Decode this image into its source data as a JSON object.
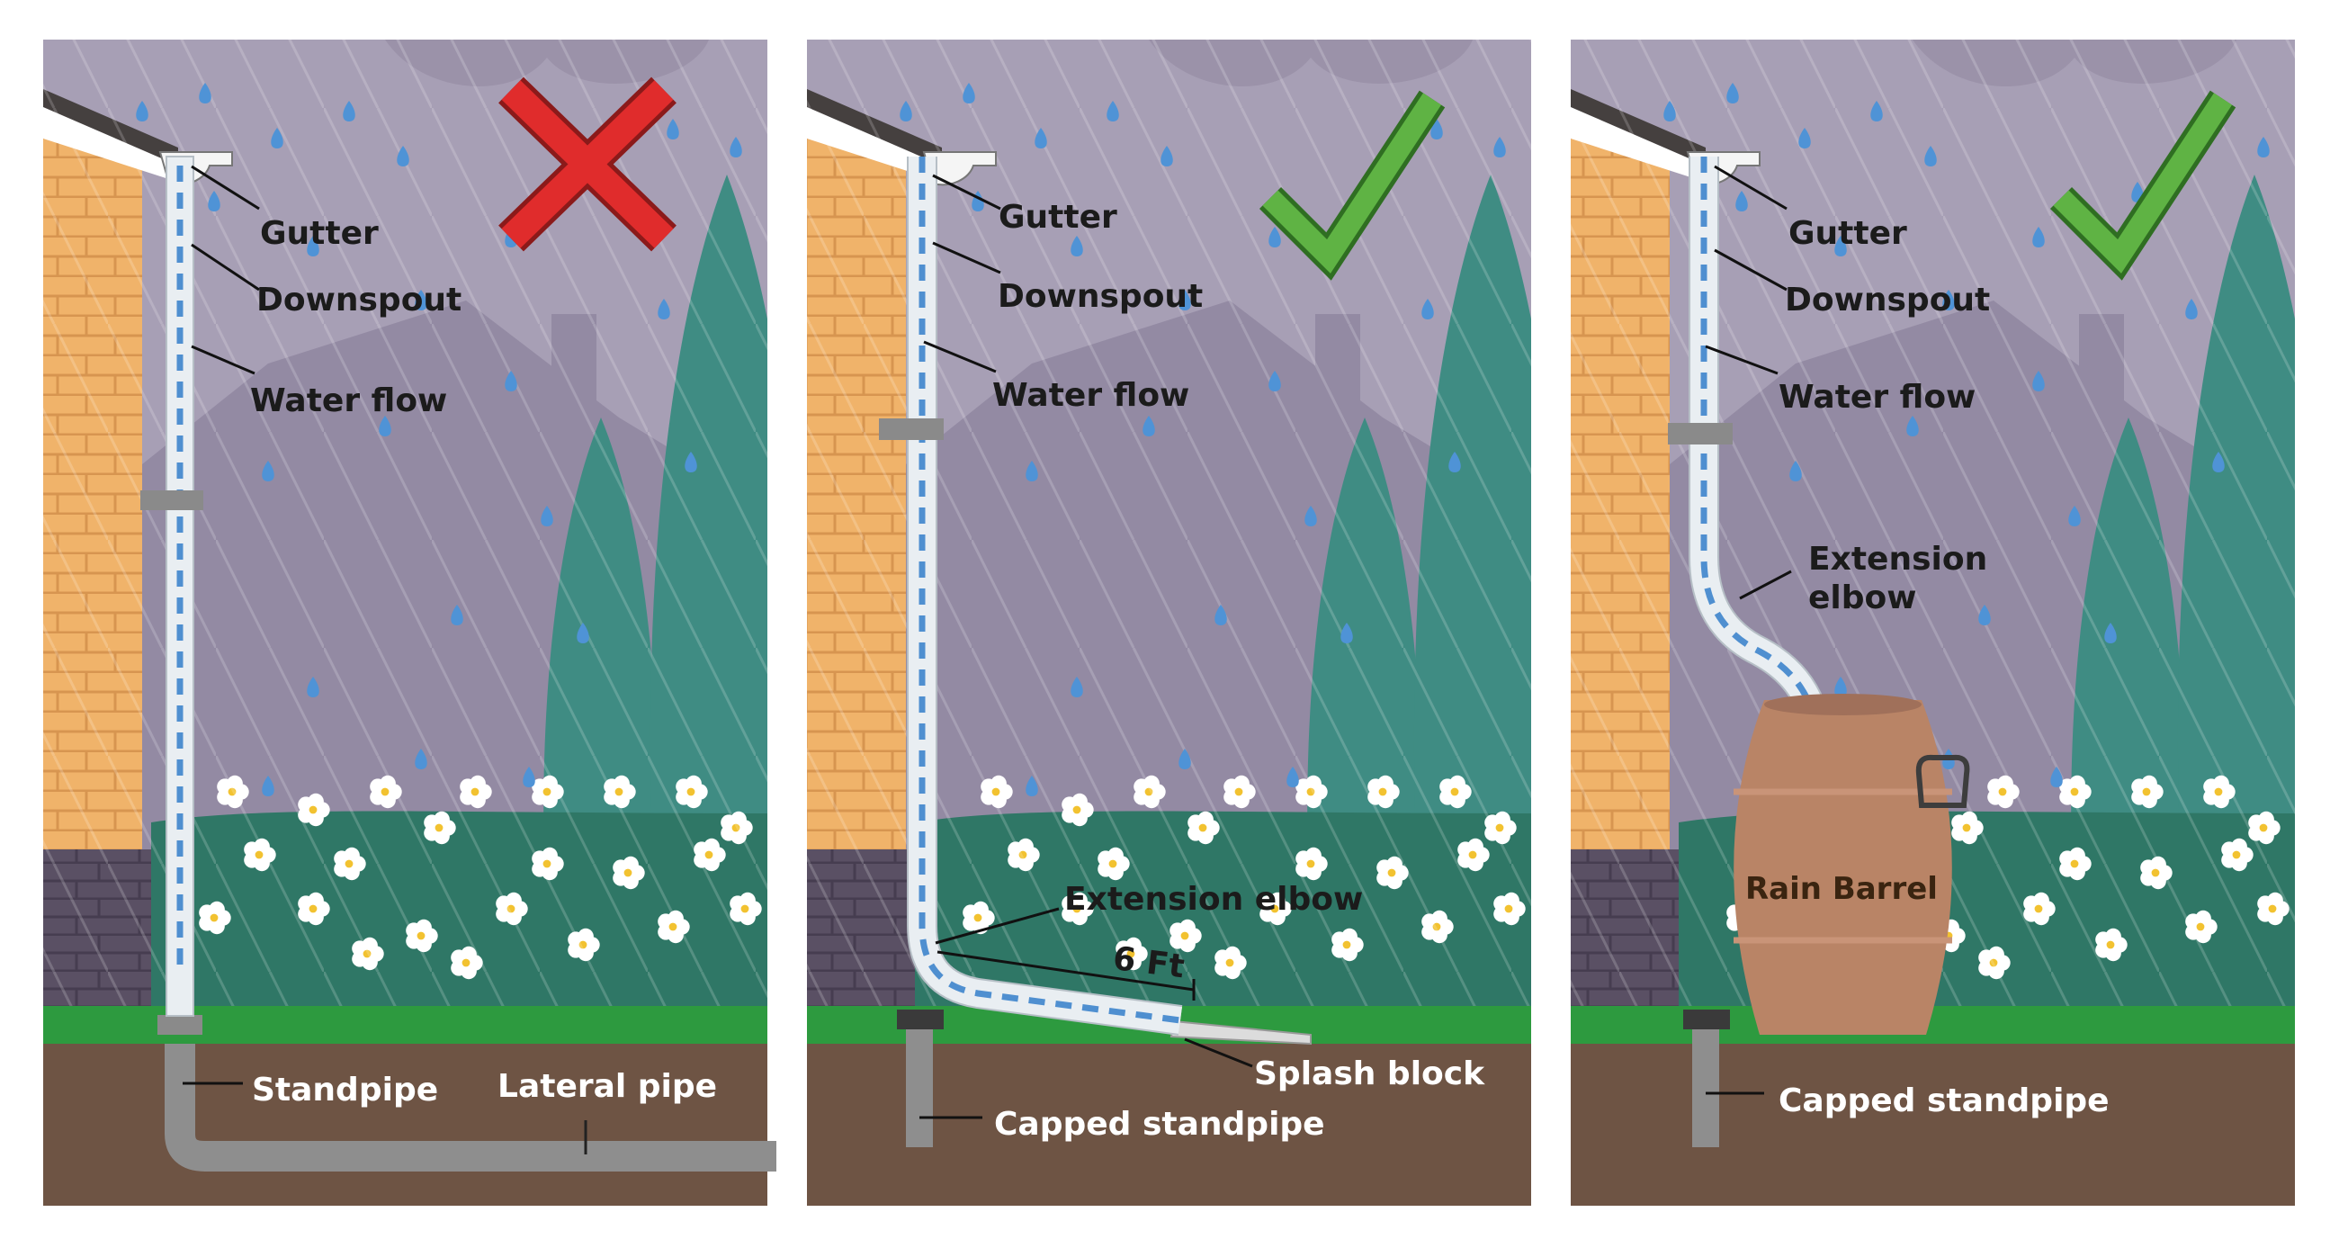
{
  "colors": {
    "sky": "#a79fb5",
    "cloud": "#9b92a9",
    "mountain": "#938aa3",
    "brick": "#f0b36a",
    "mortar": "#d79550",
    "stone": "#5a5064",
    "tree": "#3f8c83",
    "hedge": "#2f7766",
    "flower": "#ffffff",
    "grass": "#2d9a3f",
    "soil": "#6e5444",
    "pipe": "#e9eef2",
    "water": "#4f8fd0",
    "drop": "#4f93d6",
    "buried_pipe": "#8e8e8e",
    "barrel": "#b98466",
    "bad_mark": "#e02c2c",
    "good_mark": "#5fb344"
  },
  "panels": [
    {
      "verdict": "incorrect",
      "mark_icon": "red-x-icon",
      "labels": {
        "gutter": "Gutter",
        "downspout": "Downspout",
        "water_flow": "Water flow",
        "standpipe": "Standpipe",
        "lateral_pipe": "Lateral pipe"
      }
    },
    {
      "verdict": "correct",
      "mark_icon": "green-check-icon",
      "labels": {
        "gutter": "Gutter",
        "downspout": "Downspout",
        "water_flow": "Water flow",
        "extension_elbow": "Extension elbow",
        "distance": "6 Ft",
        "splash_block": "Splash block",
        "capped_standpipe": "Capped standpipe"
      }
    },
    {
      "verdict": "correct",
      "mark_icon": "green-check-icon",
      "labels": {
        "gutter": "Gutter",
        "downspout": "Downspout",
        "water_flow": "Water flow",
        "extension_elbow": "Extension elbow",
        "rain_barrel": "Rain Barrel",
        "capped_standpipe": "Capped standpipe"
      }
    }
  ]
}
